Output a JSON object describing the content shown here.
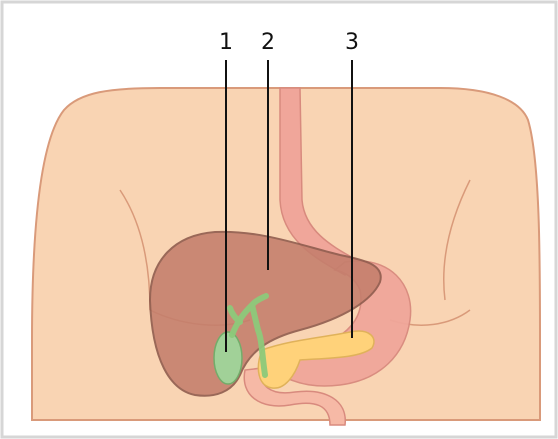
{
  "labels": [
    {
      "id": "1",
      "text": "1"
    },
    {
      "id": "2",
      "text": "2"
    },
    {
      "id": "3",
      "text": "3"
    }
  ],
  "colors": {
    "skin": "#f9d4b3",
    "skin_outline": "#d99a7a",
    "liver": "#c47e6c",
    "stomach": "#f0a69a",
    "gallbladder": "#9fd59a",
    "bile_duct": "#8cc97a",
    "pancreas": "#ffd27a",
    "intestine": "#f6b9a6",
    "line": "#111111"
  }
}
